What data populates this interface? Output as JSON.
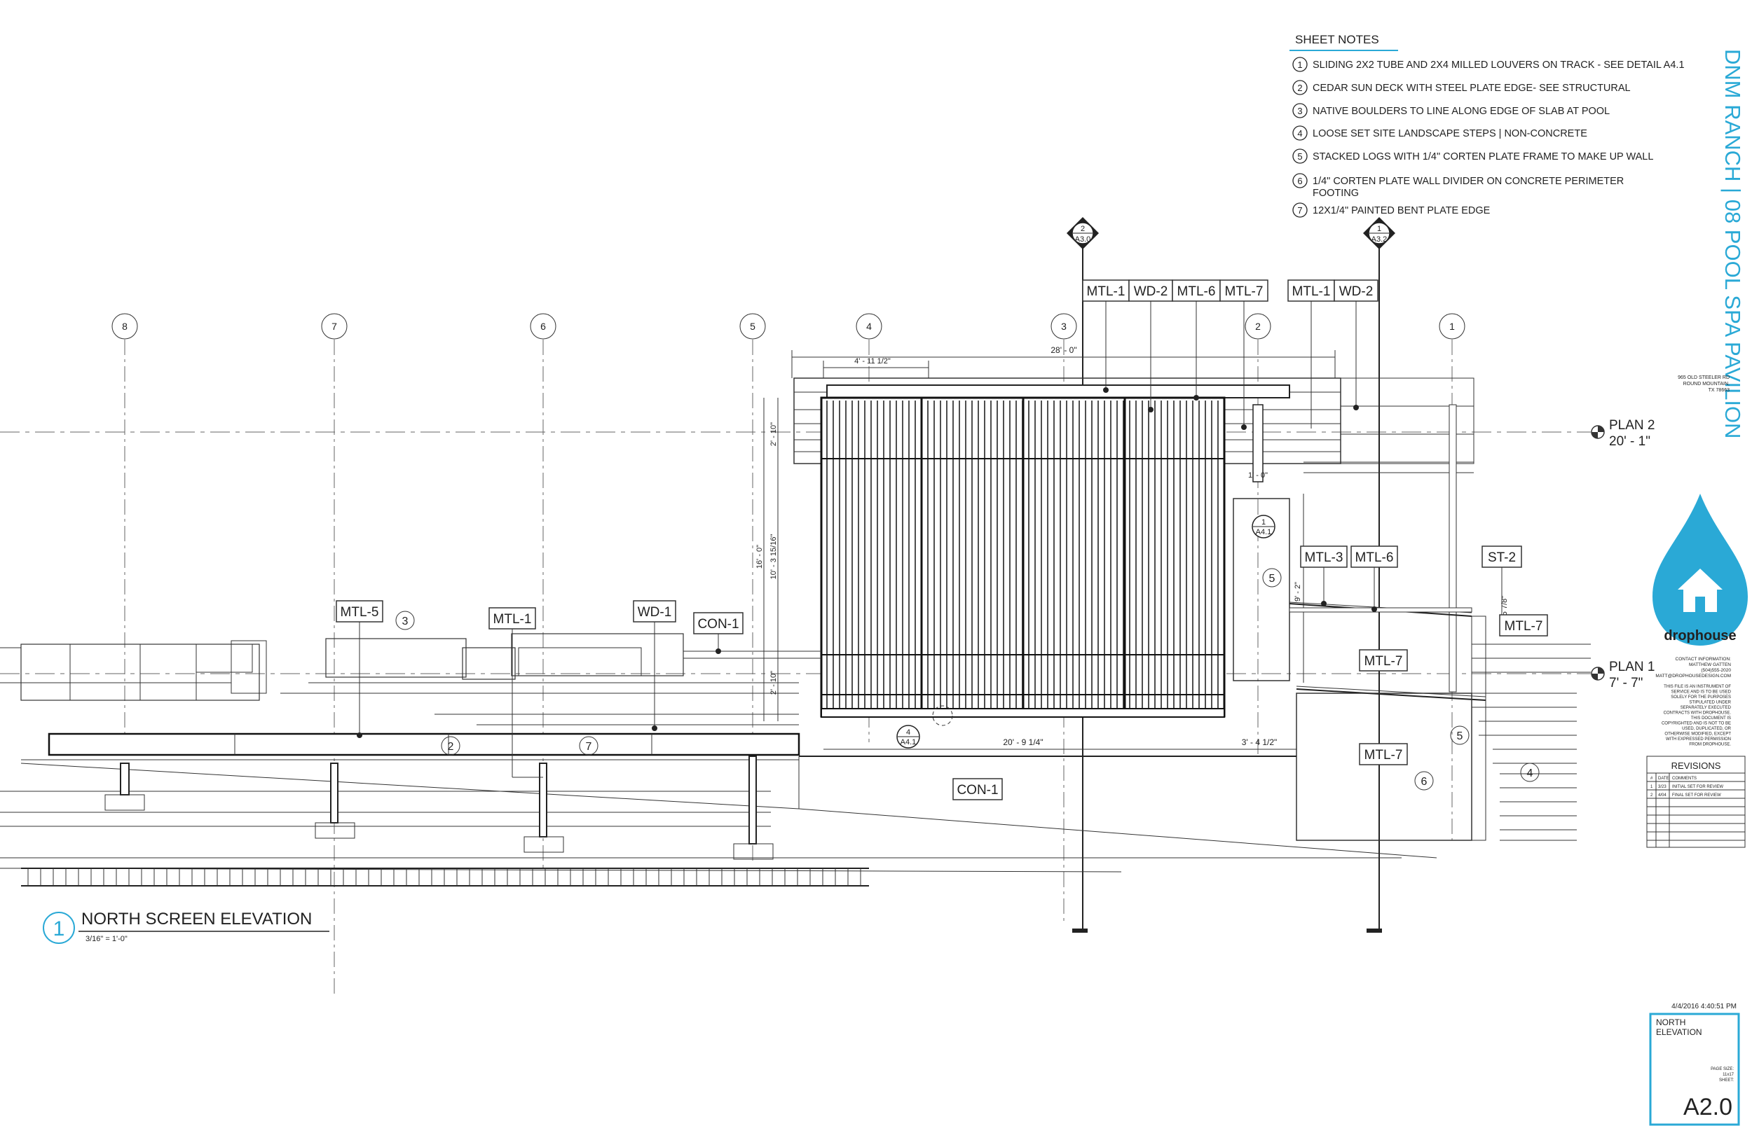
{
  "sheet_notes": {
    "heading": "SHEET NOTES",
    "items": [
      {
        "num": "1",
        "text": "SLIDING 2X2 TUBE AND 2X4 MILLED LOUVERS ON TRACK - SEE DETAIL A4.1"
      },
      {
        "num": "2",
        "text": "CEDAR SUN DECK WITH STEEL PLATE EDGE- SEE STRUCTURAL"
      },
      {
        "num": "3",
        "text": "NATIVE BOULDERS TO LINE ALONG EDGE OF SLAB AT POOL"
      },
      {
        "num": "4",
        "text": "LOOSE SET SITE LANDSCAPE STEPS | NON-CONCRETE"
      },
      {
        "num": "5",
        "text": "STACKED LOGS WITH 1/4\" CORTEN PLATE FRAME TO MAKE UP WALL"
      },
      {
        "num": "6",
        "text": "1/4\" CORTEN PLATE WALL DIVIDER ON CONCRETE PERIMETER",
        "text2": "FOOTING"
      },
      {
        "num": "7",
        "text": "12X1/4\" PAINTED BENT PLATE EDGE"
      }
    ]
  },
  "project_title": "DNM RANCH | 08 POOL SPA PAVILION",
  "address": [
    "965 OLD STEELER RD",
    "ROUND MOUNTAIN,",
    "TX 78663"
  ],
  "logo": {
    "name": "drophouse",
    "color": "#2aa9d6"
  },
  "contact": [
    "CONTACT INFORMATION:",
    "MATTHEW GATTEN",
    "(504)555-2020",
    "MATT@DROPHOUSEDESIGN.COM"
  ],
  "disclaimer": [
    "THIS FILE IS AN INSTRUMENT OF",
    "SERVICE AND IS TO BE USED",
    "SOLELY FOR THE PURPOSES",
    "STIPULATED UNDER",
    "SEPARATELY EXECUTED",
    "CONTRACTS WITH DROPHOUSE.",
    "THIS DOCUMENT IS",
    "COPYRIGHTED AND IS NOT TO BE",
    "USED, DUPLICATED, OR",
    "OTHERWISE MODIFIED, EXCEPT",
    "WITH EXPRESSED PERMISSION",
    "FROM DROPHOUSE."
  ],
  "revisions": {
    "title": "REVISIONS",
    "headers": [
      "#",
      "DATE",
      "COMMENTS"
    ],
    "rows": [
      [
        "1",
        "3/23",
        "INITIAL SET FOR REVIEW"
      ],
      [
        "2",
        "4/04",
        "FINAL SET FOR REVIEW"
      ]
    ]
  },
  "timestamp": "4/4/2016 4:40:51 PM",
  "title_block": {
    "sheet_name_1": "NORTH",
    "sheet_name_2": "ELEVATION",
    "page_size_label": "PAGE SIZE:",
    "page_size": "11x17",
    "sheet_label": "SHEET:",
    "sheet_number": "A2.0"
  },
  "view_title": {
    "number": "1",
    "name": "NORTH SCREEN ELEVATION",
    "scale": "3/16\" = 1'-0\""
  },
  "levels": [
    {
      "name": "PLAN 2",
      "elev": "20' - 1\""
    },
    {
      "name": "PLAN 1",
      "elev": "7' - 7\""
    }
  ],
  "grid_bubbles": [
    "8",
    "7",
    "6",
    "5",
    "4",
    "3",
    "2",
    "1"
  ],
  "section_marks": [
    {
      "num": "2",
      "sheet": "A3.0"
    },
    {
      "num": "1",
      "sheet": "A3.2"
    }
  ],
  "detail_marks": [
    {
      "num": "1",
      "sheet": "A4.1"
    },
    {
      "num": "4",
      "sheet": "A4.1"
    }
  ],
  "material_tags": {
    "top_left": [
      "MTL-1",
      "WD-2",
      "MTL-6",
      "MTL-7"
    ],
    "top_right": [
      "MTL-1",
      "WD-2"
    ],
    "mtl3": "MTL-3",
    "mtl6": "MTL-6",
    "st2": "ST-2",
    "mtl7_a": "MTL-7",
    "mtl7_b": "MTL-7",
    "mtl7_c": "MTL-7",
    "mtl5": "MTL-5",
    "mtl1": "MTL-1",
    "wd1": "WD-1",
    "con1_a": "CON-1",
    "con1_b": "CON-1"
  },
  "keynotes": [
    "3",
    "2",
    "7",
    "5",
    "5",
    "6",
    "4"
  ],
  "dimensions": {
    "d1": "4' - 11 1/2\"",
    "d2": "28' - 0\"",
    "d3": "2' - 10\"",
    "d4": "16' - 0\"",
    "d5": "10' - 3 15/16\"",
    "d6": "2' - 10\"",
    "d7": "20' - 9 1/4\"",
    "d8": "3' - 4 1/2\"",
    "d9": "9' - 2\"",
    "d10": "1' - 0\"",
    "d11": "5 7/8\""
  }
}
